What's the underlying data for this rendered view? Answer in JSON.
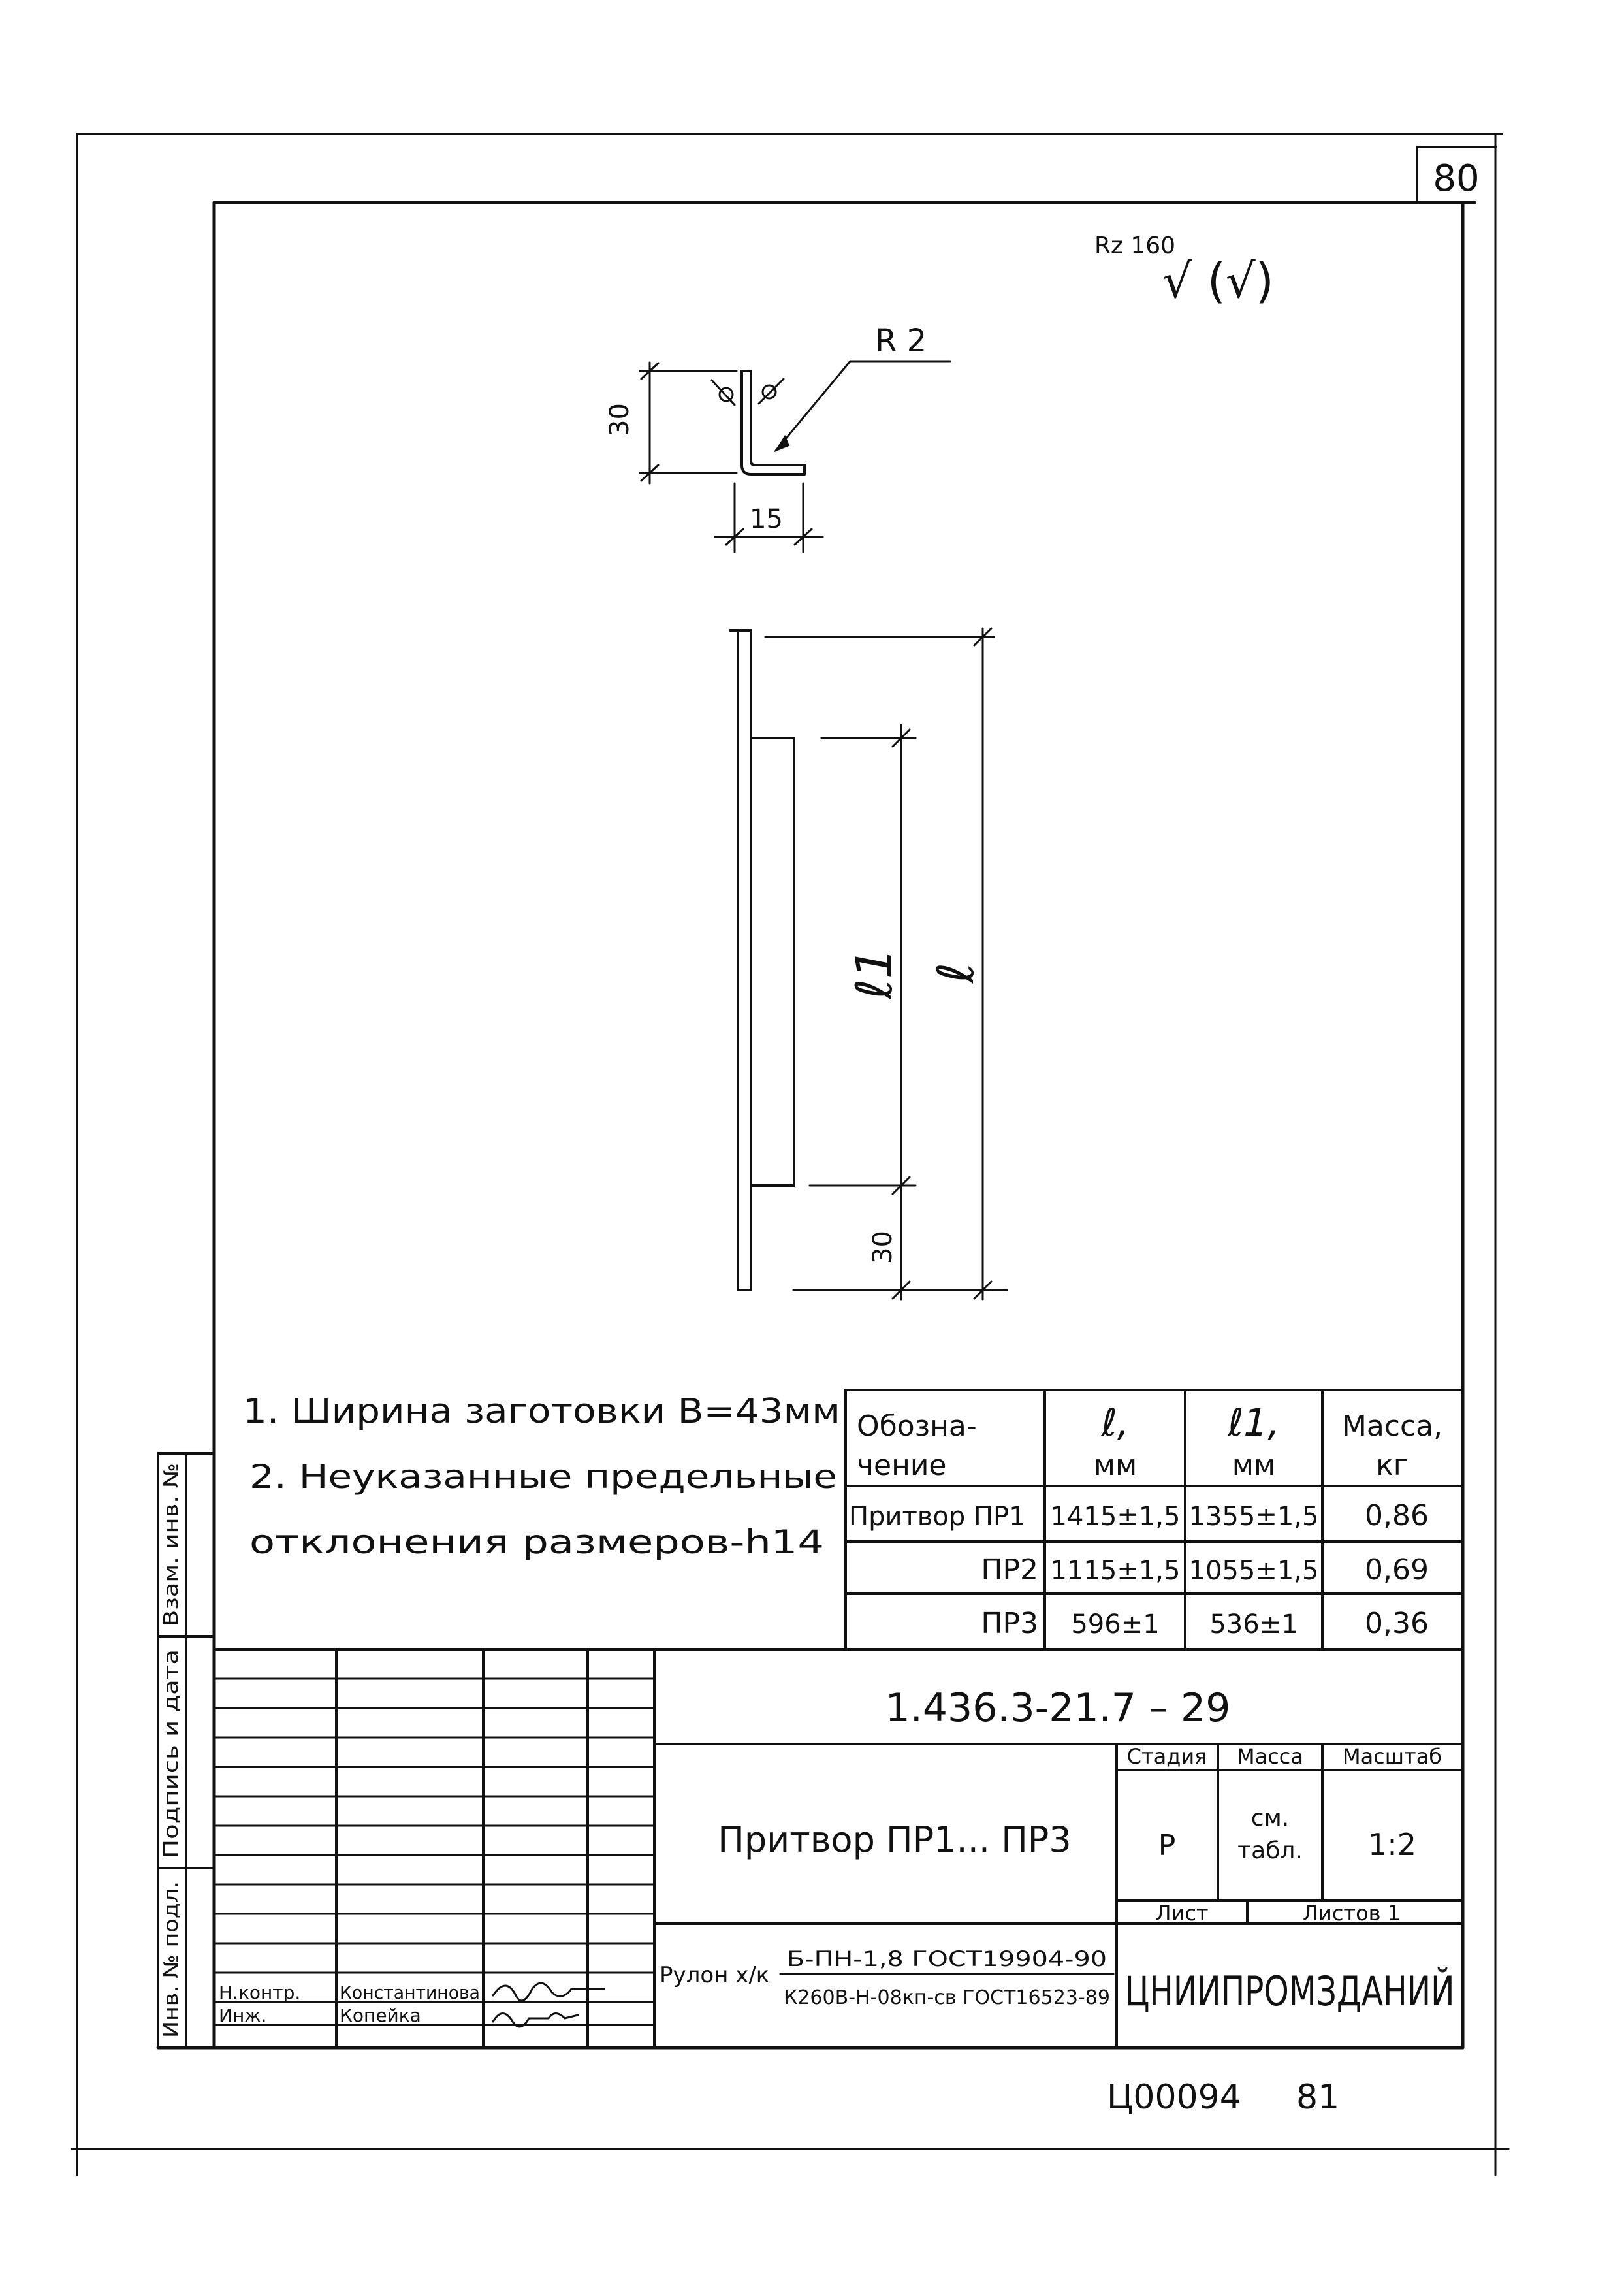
{
  "sheet": {
    "number": "80"
  },
  "roughness": {
    "value": "Rz 160",
    "symbol": "√ (√)"
  },
  "section": {
    "dim_height": "30",
    "dim_width": "15",
    "radius": "R 2"
  },
  "elevation": {
    "dim_l": "ℓ",
    "dim_l1": "ℓ1",
    "dim_30": "30"
  },
  "notes": [
    "1. Ширина заготовки В=43мм",
    "2. Неуказанные предельные",
    "отклонения размеров-h14"
  ],
  "table": {
    "headers": [
      [
        "Обозна-",
        "чение"
      ],
      [
        "ℓ,",
        "мм"
      ],
      [
        "ℓ1,",
        "мм"
      ],
      [
        "Масса,",
        "кг"
      ]
    ],
    "rows": [
      [
        "Притвор ПР1",
        "1415±1,5",
        "1355±1,5",
        "0,86"
      ],
      [
        "ПР2",
        "1115±1,5",
        "1055±1,5",
        "0,69"
      ],
      [
        "ПР3",
        "596±1",
        "536±1",
        "0,36"
      ]
    ]
  },
  "title_block": {
    "designation": "1.436.3-21.7 – 29",
    "name": "Притвор ПР1... ПР3",
    "stage_label": "Стадия",
    "mass_label": "Масса",
    "scale_label": "Масштаб",
    "stage_value": "Р",
    "mass_value": [
      "см.",
      "табл."
    ],
    "scale_value": "1:2",
    "sheet_label": "Лист",
    "sheets_label": "Листов 1",
    "material_prefix": "Рулон х/к",
    "material_top": "Б-ПН-1,8 ГОСТ19904-90",
    "material_bottom": "К260В-Н-08кп-св ГОСТ16523-89",
    "organization": "ЦНИИПРОМЗДАНИЙ",
    "signatures": [
      {
        "role": "Н.контр.",
        "name": "Константинова"
      },
      {
        "role": "Инж.",
        "name": "Копейка"
      }
    ]
  },
  "side_stamps": [
    "Инв. № подл.",
    "Подпись и дата",
    "Взам. инв. №"
  ],
  "footer": {
    "code": "Ц00094",
    "page": "81"
  }
}
